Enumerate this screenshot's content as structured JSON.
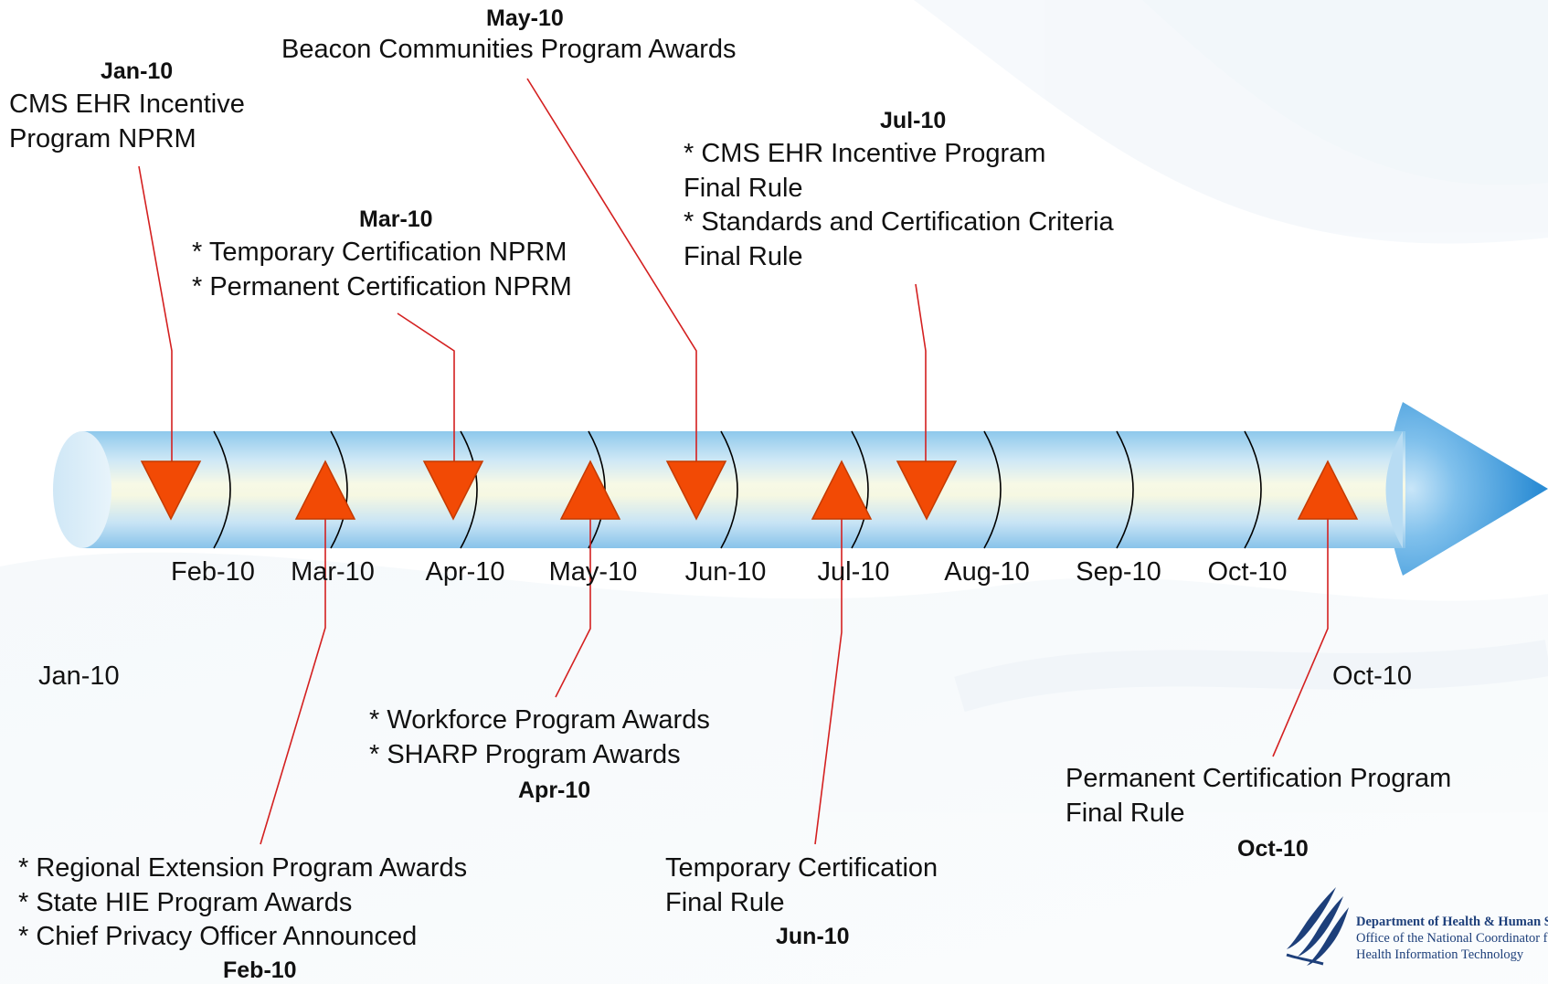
{
  "tick_labels": [
    "Feb-10",
    "Mar-10",
    "Apr-10",
    "May-10",
    "Jun-10",
    "Jul-10",
    "Aug-10",
    "Sep-10",
    "Oct-10"
  ],
  "start_label": "Jan-10",
  "end_label": "Oct-10",
  "milestones": [
    {
      "date": "Jan-10",
      "lines": [
        "CMS EHR Incentive",
        "Program NPRM"
      ],
      "marker": "down"
    },
    {
      "date": "Feb-10",
      "lines": [
        "* Regional Extension Program Awards",
        "* State HIE Program Awards",
        "* Chief Privacy Officer Announced"
      ],
      "marker": "up"
    },
    {
      "date": "Mar-10",
      "lines": [
        "* Temporary Certification NPRM",
        "* Permanent Certification NPRM"
      ],
      "marker": "down"
    },
    {
      "date": "Apr-10",
      "lines": [
        "* Workforce Program Awards",
        "* SHARP Program Awards"
      ],
      "marker": "up"
    },
    {
      "date": "May-10",
      "lines": [
        "Beacon Communities Program Awards"
      ],
      "marker": "down"
    },
    {
      "date": "Jun-10",
      "lines": [
        "Temporary Certification",
        "Final Rule"
      ],
      "marker": "up"
    },
    {
      "date": "Jul-10",
      "lines": [
        "* CMS EHR Incentive Program",
        "Final Rule",
        "* Standards and Certification Criteria",
        "Final Rule"
      ],
      "marker": "down"
    },
    {
      "date": "Oct-10",
      "lines": [
        "Permanent Certification Program",
        "Final Rule"
      ],
      "marker": "up"
    }
  ],
  "logo": {
    "lines": [
      "Department of Health & Human Services",
      "Office of the National Coordinator for",
      "Health Information Technology"
    ],
    "icon": "hhs-eagle-icon"
  },
  "colors": {
    "marker_fill": "#f24a05",
    "marker_stroke": "#c43a00",
    "leader_line": "#d42020",
    "tube": "#8ec8ec",
    "arrow_head": "#2d8fd3"
  }
}
